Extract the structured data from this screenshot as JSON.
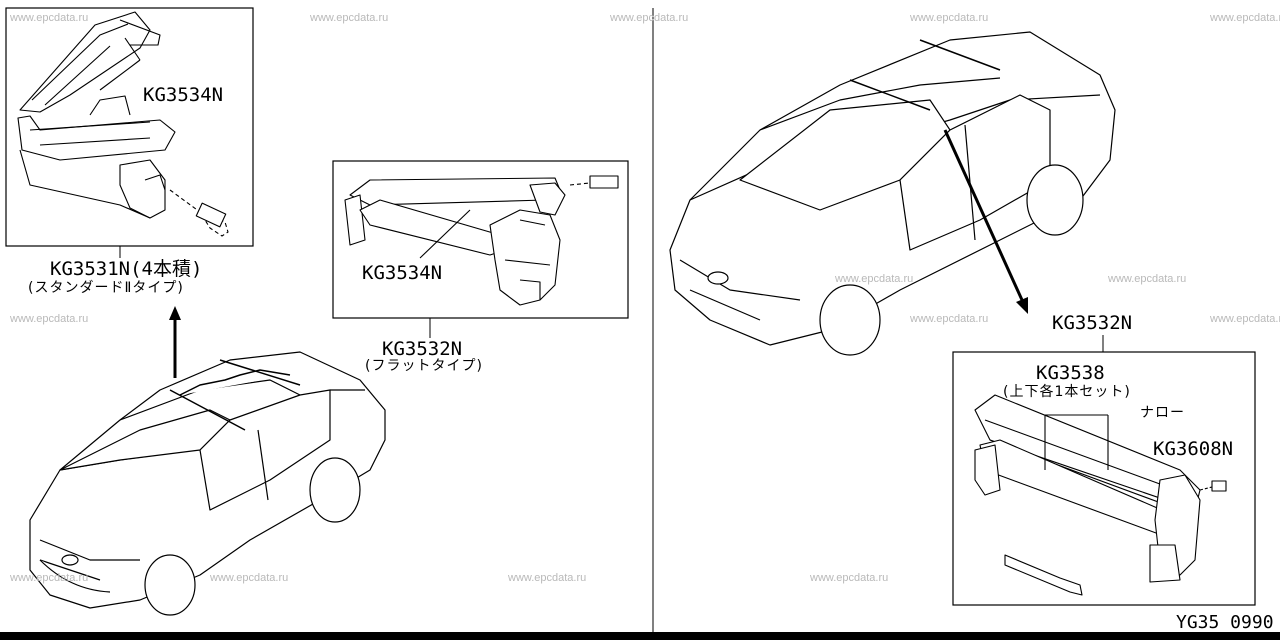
{
  "watermark_text": "www.epcdata.ru",
  "callouts": {
    "kg3534n_top": "KG3534N",
    "kg3531n": "KG3531N(4本積)",
    "kg3531n_sub": "(スタンダードⅡタイプ)",
    "kg3534n_mid": "KG3534N",
    "kg3532n_left": "KG3532N",
    "kg3532n_left_sub": "(フラットタイプ)",
    "kg3532n_right": "KG3532N",
    "kg3538": "KG3538",
    "kg3538_sub": "(上下各1本セット)",
    "narrow": "ナロー",
    "kg3608n": "KG3608N"
  },
  "diagram_code": "YG35 0990"
}
